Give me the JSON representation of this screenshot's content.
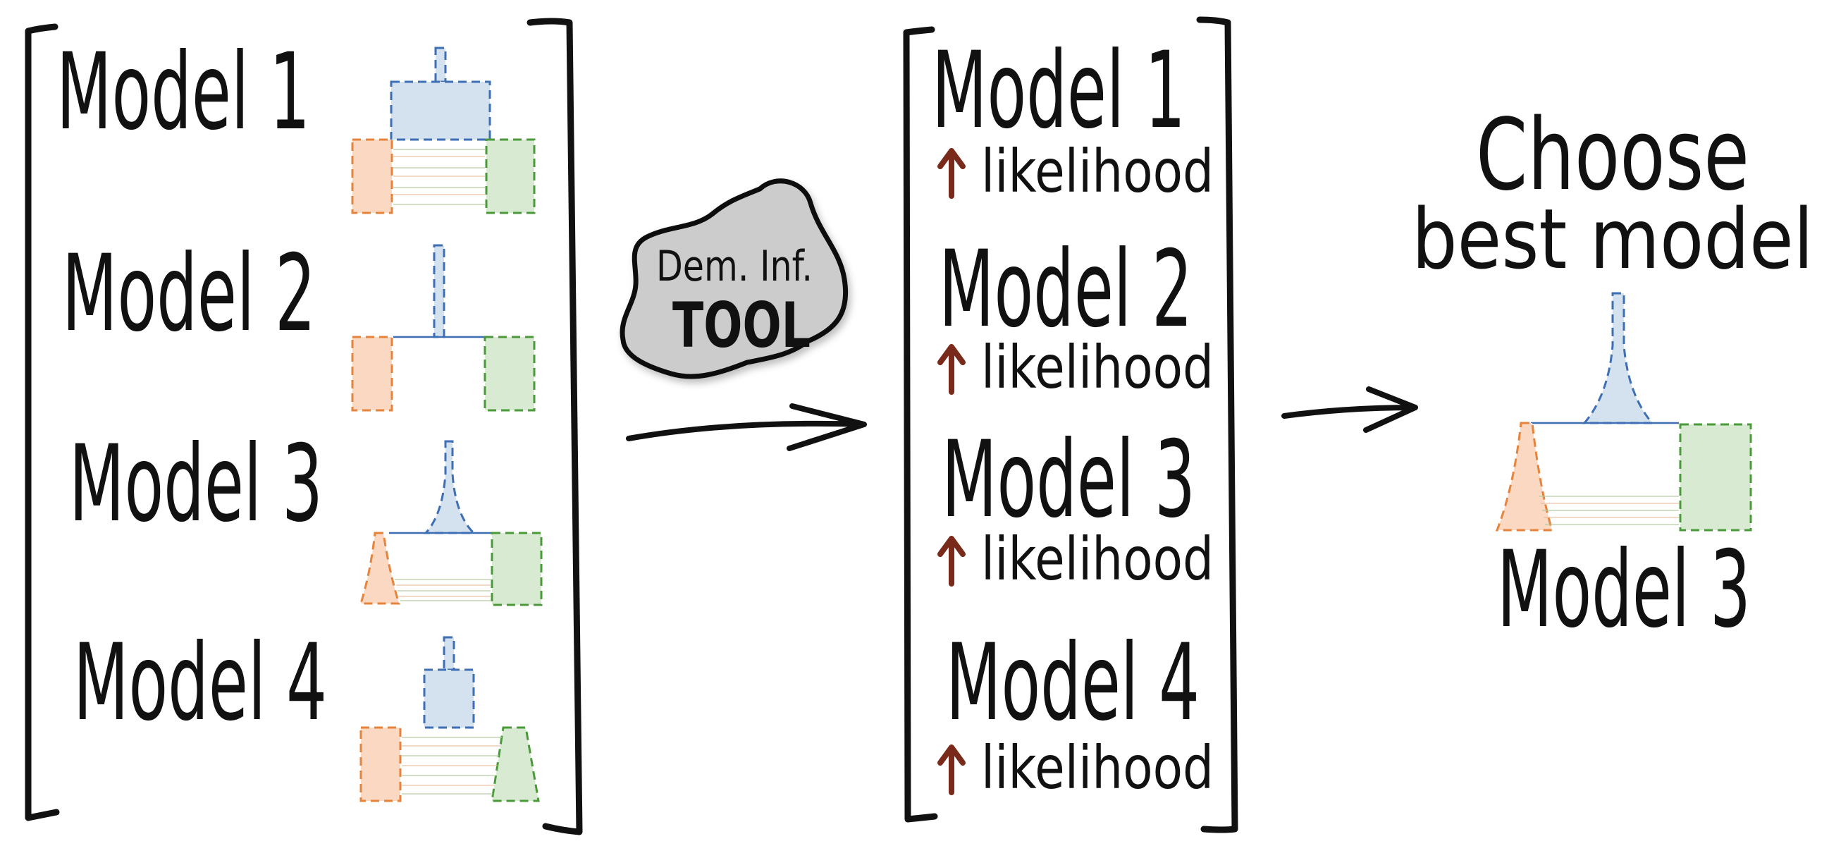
{
  "colors": {
    "ink": "#111111",
    "pop_blue_fill": "#d4e1ee",
    "pop_blue_stroke": "#3e6eb4",
    "pop_orange_fill": "#fad8c2",
    "pop_orange_stroke": "#e6833c",
    "pop_green_fill": "#d8ebd2",
    "pop_green_stroke": "#4a9a3a",
    "likelihood_arrow": "#7a2a1a",
    "tool_blob_fill": "#cccccc"
  },
  "candidates": [
    {
      "label": "Model 1"
    },
    {
      "label": "Model 2"
    },
    {
      "label": "Model 3"
    },
    {
      "label": "Model 4"
    }
  ],
  "tool": {
    "line1": "Dem. Inf.",
    "line2": "TOOL"
  },
  "evaluated": [
    {
      "label": "Model 1",
      "metric": "likelihood"
    },
    {
      "label": "Model 2",
      "metric": "likelihood"
    },
    {
      "label": "Model 3",
      "metric": "likelihood"
    },
    {
      "label": "Model 4",
      "metric": "likelihood"
    }
  ],
  "choose": {
    "line1": "Choose",
    "line2": "best model"
  },
  "best": {
    "label": "Model 3"
  }
}
